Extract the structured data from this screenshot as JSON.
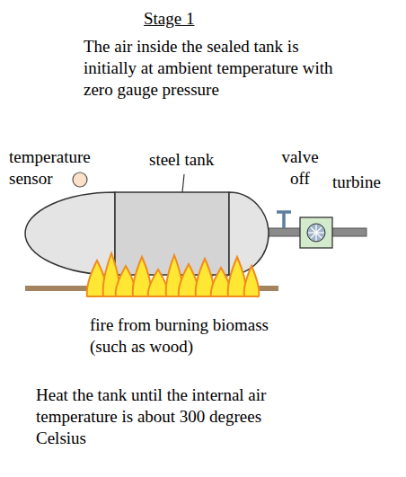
{
  "diagram": {
    "title": "Stage 1",
    "labels": [
      "The air inside the sealed tank is initially at ambient temperature with zero gauge pressure",
      "temperature sensor",
      "steel tank",
      "valve off",
      "turbine",
      "fire from burning biomass (such as wood)",
      "Heat the tank until the internal air temperature is about 300 degrees Celsius"
    ]
  }
}
